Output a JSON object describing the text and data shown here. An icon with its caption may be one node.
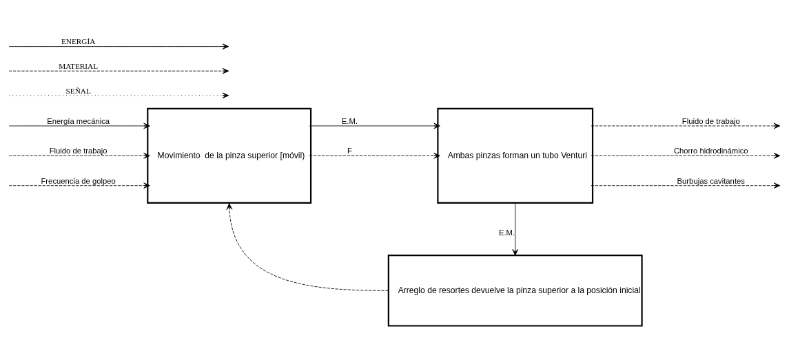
{
  "diagram": {
    "nodes": [
      {
        "text": [
          "Movimiento  de la pinza superior [móvil)"
        ]
      },
      {
        "text": [
          "Ambas pinzas forman un tubo Venturi"
        ]
      },
      {
        "text": [
          "Arreglo de resortes devuelve la pinza superior a la posición inicial"
        ]
      }
    ],
    "edges": [
      {
        "from": null,
        "to": 0,
        "arrow": "to",
        "label": "Energía mecánica"
      },
      {
        "from": null,
        "to": 0,
        "arrow": "to",
        "label": "Fluido de trabajo",
        "style": "dashed"
      },
      {
        "from": null,
        "to": 0,
        "arrow": "to",
        "label": "Frecuencia de golpeo",
        "style": "dashed"
      },
      {
        "from": 0,
        "to": 1,
        "arrow": "to",
        "label": "E.M."
      },
      {
        "from": 0,
        "to": 1,
        "arrow": "to",
        "label": "F",
        "style": "dashed"
      },
      {
        "from": 1,
        "to": null,
        "arrow": "to",
        "label": "Fluido de trabajo",
        "style": "dashed"
      },
      {
        "from": 1,
        "to": null,
        "arrow": "to",
        "label": "Chorro hidrodinámico",
        "style": "dashed"
      },
      {
        "from": 1,
        "to": null,
        "arrow": "to",
        "label": "Burbujas cavitantes",
        "style": "dashed"
      },
      {
        "from": 1,
        "to": 2,
        "arrow": "to",
        "label": "E.M."
      },
      {
        "from": 2,
        "to": 0,
        "arrow": "to",
        "style": "dashed"
      }
    ],
    "legend": [
      {
        "text": "ENERGÍA"
      },
      {
        "text": "MATERIAL"
      },
      {
        "text": "SEÑAL"
      }
    ]
  }
}
